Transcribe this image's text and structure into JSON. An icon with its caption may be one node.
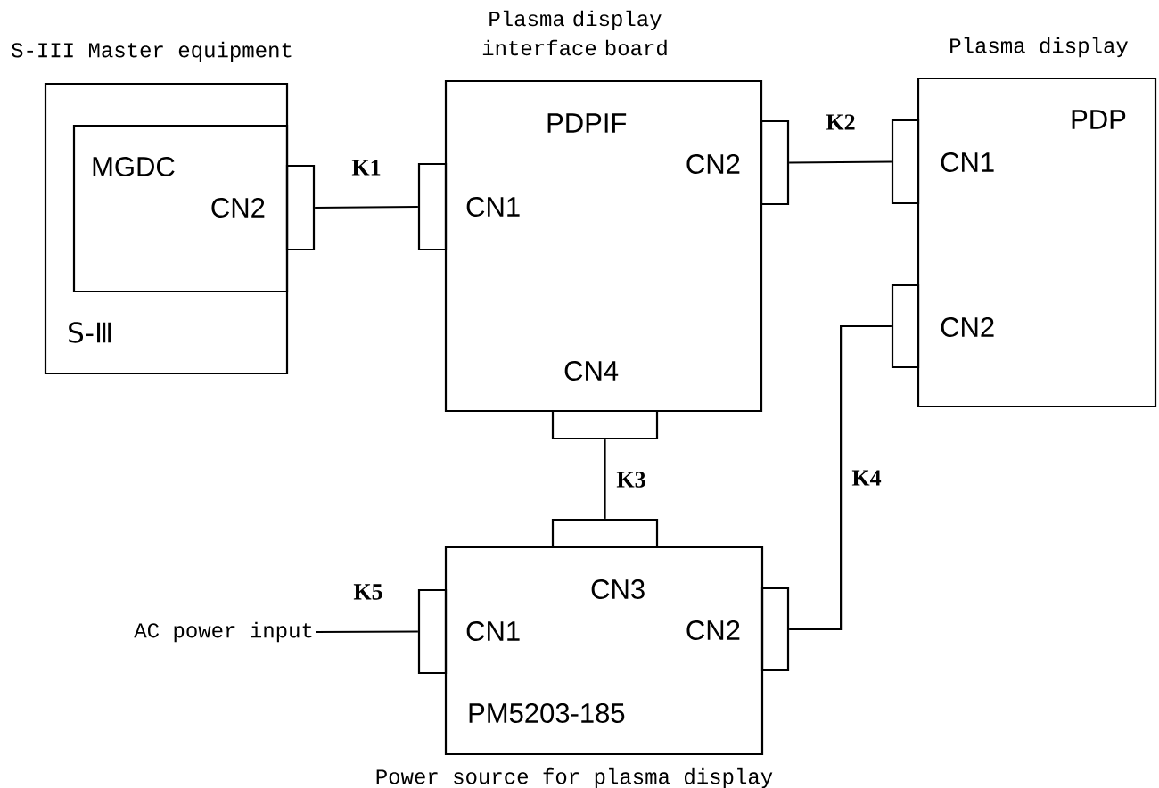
{
  "diagram": {
    "nodes": [
      {
        "text": [
          "S-III Master equipment",
          "S-Ⅲ"
        ]
      },
      {
        "text": [
          "MGDC"
        ],
        "in": 0
      },
      {
        "text": [],
        "shape": "box"
      },
      {
        "text": [
          "Plasma display interface board",
          "PDPIF"
        ]
      },
      {
        "text": [],
        "shape": "box"
      },
      {
        "text": [],
        "shape": "box"
      },
      {
        "text": [],
        "shape": "box"
      },
      {
        "text": [
          "Plasma display",
          "PDP"
        ]
      },
      {
        "text": [],
        "shape": "box"
      },
      {
        "text": [],
        "shape": "box"
      },
      {
        "text": [
          "PM5203-185",
          "Power source for plasma display"
        ]
      },
      {
        "text": [],
        "shape": "box"
      },
      {
        "text": [],
        "shape": "box"
      },
      {
        "text": [],
        "shape": "box"
      },
      {
        "text": [
          "AC power input"
        ]
      }
    ],
    "edges": [
      {
        "from": 2,
        "to": 4,
        "arrow": "none",
        "label": "K1"
      },
      {
        "from": 5,
        "to": 8,
        "arrow": "none",
        "label": "K2"
      },
      {
        "from": 6,
        "to": 11,
        "arrow": "none",
        "label": "K3"
      },
      {
        "from": 13,
        "to": 9,
        "arrow": "none",
        "label": "K4"
      },
      {
        "from": 14,
        "to": 12,
        "arrow": "none",
        "label": "K5"
      }
    ],
    "labels": [
      "CN2",
      "CN1",
      "CN2",
      "CN1",
      "CN2",
      "CN4",
      "CN3",
      "CN1",
      "CN2"
    ]
  }
}
